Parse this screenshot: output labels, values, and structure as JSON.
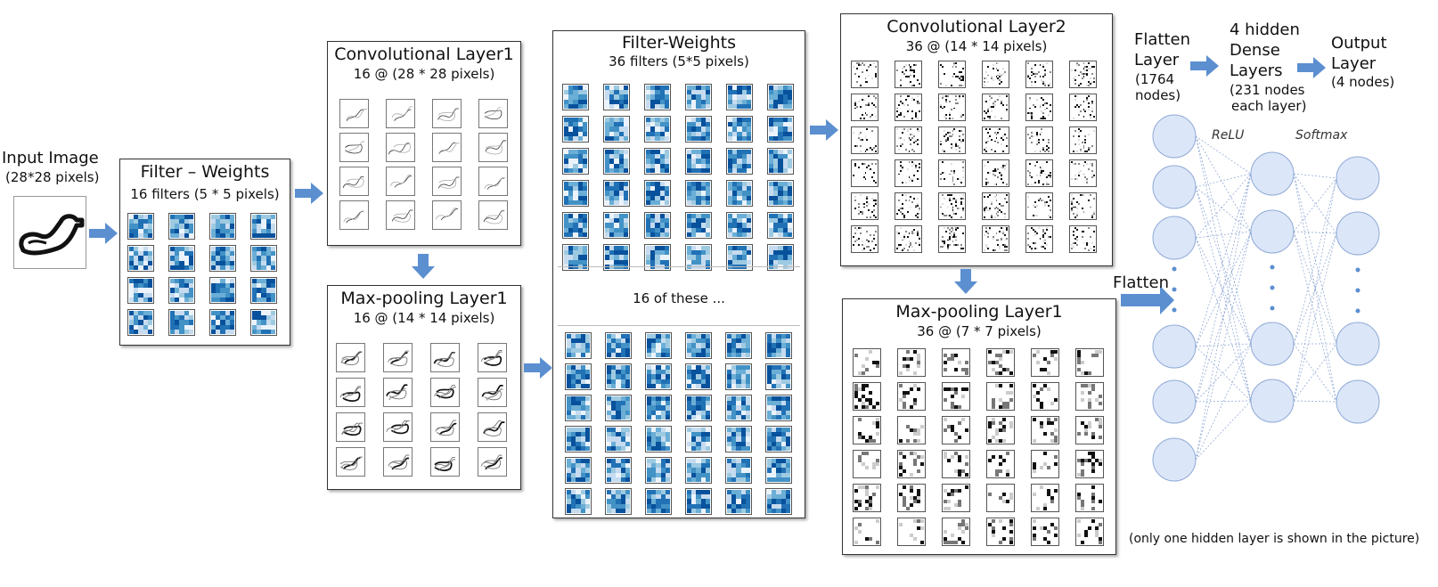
{
  "input": {
    "title": "Input Image",
    "sub": "(28*28 pixels)"
  },
  "filters1": {
    "title": "Filter – Weights",
    "sub": "16 filters (5 * 5 pixels)"
  },
  "conv1": {
    "title": "Convolutional Layer1",
    "sub": "16 @ (28 * 28 pixels)"
  },
  "pool1": {
    "title": "Max-pooling Layer1",
    "sub": "16 @ (14 * 14 pixels)"
  },
  "filters2": {
    "title": "Filter-Weights",
    "sub": "36 filters (5*5 pixels)",
    "middle": "16 of these ..."
  },
  "conv2": {
    "title": "Convolutional Layer2",
    "sub": "36 @ (14 * 14 pixels)"
  },
  "pool2": {
    "title": "Max-pooling Layer1",
    "sub": "36 @ (7 * 7 pixels)"
  },
  "flatten_layer": {
    "line1": "Flatten",
    "line2": "Layer",
    "line3": "(1764",
    "line4": "nodes)"
  },
  "dense": {
    "line1": "4 hidden",
    "line2": "Dense",
    "line3": "Layers",
    "line4": "(231 nodes",
    "line5": "each layer)"
  },
  "output": {
    "line1": "Output",
    "line2": "Layer",
    "line3": "(4 nodes)"
  },
  "flatten_arrow_label": "Flatten",
  "activations": {
    "relu": "ReLU",
    "softmax": "Softmax"
  },
  "ellipsis": ":",
  "footnote": "(only one hidden layer is shown in the picture)",
  "colors": {
    "arrow": "#5b8fd0",
    "node_fill": "#dbe6f8",
    "node_stroke": "#8fa9d6",
    "edge": "#6f8fc8"
  }
}
